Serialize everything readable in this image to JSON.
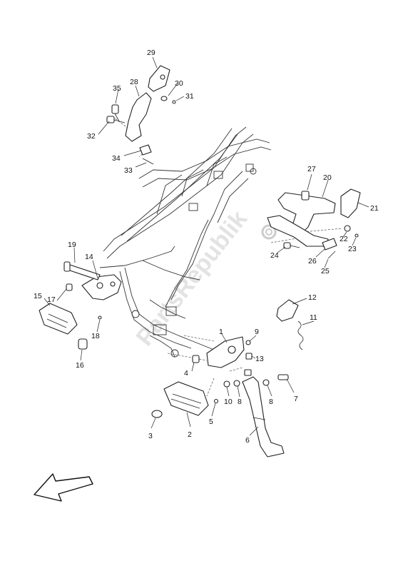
{
  "watermark": "PartsRepublik",
  "labels": {
    "p1": "1",
    "p2": "2",
    "p3": "3",
    "p4": "4",
    "p5": "5",
    "p6": "6",
    "p7": "7",
    "p8a": "8",
    "p8b": "8",
    "p9": "9",
    "p10": "10",
    "p11": "11",
    "p12": "12",
    "p13": "13",
    "p14": "14",
    "p15": "15",
    "p16": "16",
    "p17": "17",
    "p18": "18",
    "p19": "19",
    "p20": "20",
    "p21": "21",
    "p22": "22",
    "p23": "23",
    "p24": "24",
    "p25": "25",
    "p26": "26",
    "p27": "27",
    "p28": "28",
    "p29": "29",
    "p30": "30",
    "p31": "31",
    "p32": "32",
    "p33": "33",
    "p34": "34",
    "p35": "35"
  },
  "icons": {
    "direction": "front-direction-arrow-icon",
    "logo": "gear-logo-icon"
  }
}
